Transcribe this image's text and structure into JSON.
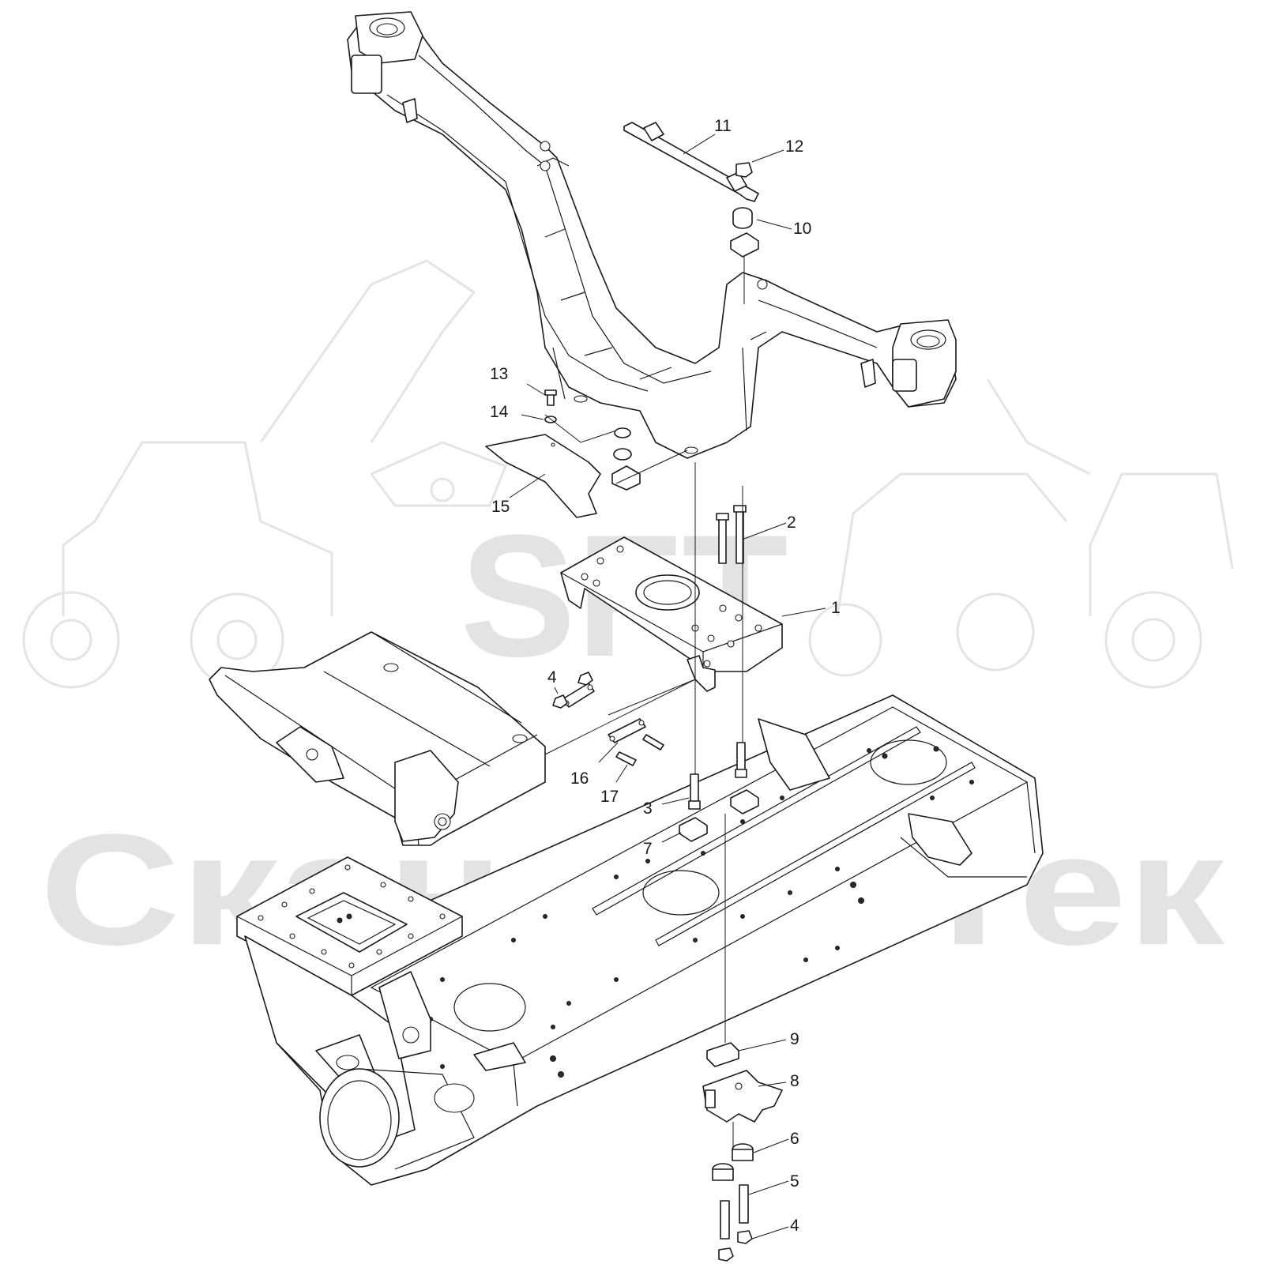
{
  "watermark": {
    "logo_text": "SFT",
    "brand_text": "СканФорТек"
  },
  "callouts": [
    {
      "id": "c1",
      "label": "1"
    },
    {
      "id": "c2",
      "label": "2"
    },
    {
      "id": "c3",
      "label": "3"
    },
    {
      "id": "c4a",
      "label": "4"
    },
    {
      "id": "c4b",
      "label": "4"
    },
    {
      "id": "c5",
      "label": "5"
    },
    {
      "id": "c6",
      "label": "6"
    },
    {
      "id": "c7",
      "label": "7"
    },
    {
      "id": "c8",
      "label": "8"
    },
    {
      "id": "c9",
      "label": "9"
    },
    {
      "id": "c10",
      "label": "10"
    },
    {
      "id": "c11",
      "label": "11"
    },
    {
      "id": "c12",
      "label": "12"
    },
    {
      "id": "c13",
      "label": "13"
    },
    {
      "id": "c14",
      "label": "14"
    },
    {
      "id": "c15",
      "label": "15"
    },
    {
      "id": "c16",
      "label": "16"
    },
    {
      "id": "c17",
      "label": "17"
    }
  ]
}
